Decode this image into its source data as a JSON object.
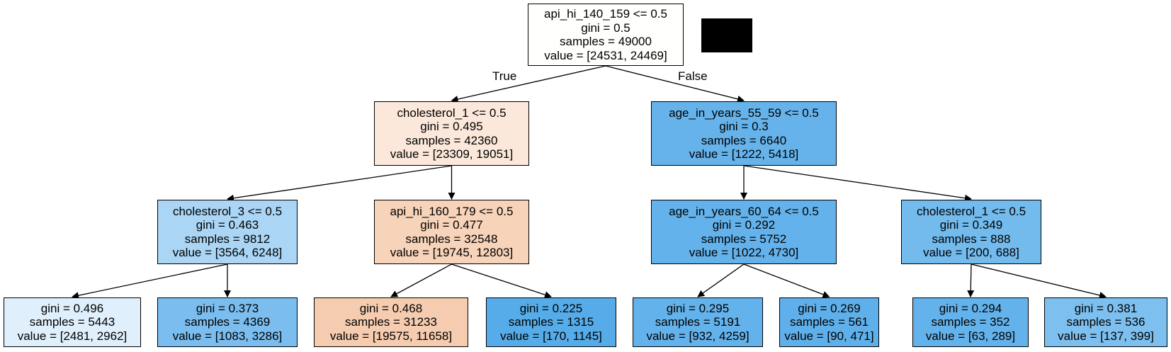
{
  "tree": {
    "nodes": [
      {
        "id": "n0",
        "lines": [
          "api_hi_140_159 <= 0.5",
          "gini = 0.5",
          "samples = 49000",
          "value = [24531, 24469]"
        ],
        "fill": "#fffffe"
      },
      {
        "id": "n1",
        "lines": [
          "cholesterol_1 <= 0.5",
          "gini = 0.495",
          "samples = 42360",
          "value = [23309, 19051]"
        ],
        "fill": "#fbe8da"
      },
      {
        "id": "n2",
        "lines": [
          "age_in_years_55_59 <= 0.5",
          "gini = 0.3",
          "samples = 6640",
          "value = [1222, 5418]"
        ],
        "fill": "#66b3eb"
      },
      {
        "id": "n3",
        "lines": [
          "cholesterol_3 <= 0.5",
          "gini = 0.463",
          "samples = 9812",
          "value = [3564, 6248]"
        ],
        "fill": "#aad5f4"
      },
      {
        "id": "n4",
        "lines": [
          "api_hi_160_179 <= 0.5",
          "gini = 0.477",
          "samples = 32548",
          "value = [19745, 12803]"
        ],
        "fill": "#f6d3b9"
      },
      {
        "id": "n5",
        "lines": [
          "age_in_years_60_64 <= 0.5",
          "gini = 0.292",
          "samples = 5752",
          "value = [1022, 4730]"
        ],
        "fill": "#64b2eb"
      },
      {
        "id": "n6",
        "lines": [
          "cholesterol_1 <= 0.5",
          "gini = 0.349",
          "samples = 888",
          "value = [200, 688]"
        ],
        "fill": "#73baed"
      },
      {
        "id": "n7",
        "lines": [
          "gini = 0.496",
          "samples = 5443",
          "value = [2481, 2962]"
        ],
        "fill": "#dfeffb"
      },
      {
        "id": "n8",
        "lines": [
          "gini = 0.373",
          "samples = 4369",
          "value = [1083, 3286]"
        ],
        "fill": "#7abdee"
      },
      {
        "id": "n9",
        "lines": [
          "gini = 0.468",
          "samples = 31233",
          "value = [19575, 11658]"
        ],
        "fill": "#f5ccaf"
      },
      {
        "id": "n10",
        "lines": [
          "gini = 0.225",
          "samples = 1315",
          "value = [170, 1145]"
        ],
        "fill": "#56ace9"
      },
      {
        "id": "n11",
        "lines": [
          "gini = 0.295",
          "samples = 5191",
          "value = [932, 4259]"
        ],
        "fill": "#64b2eb"
      },
      {
        "id": "n12",
        "lines": [
          "gini = 0.269",
          "samples = 561",
          "value = [90, 471]"
        ],
        "fill": "#5fb0ea"
      },
      {
        "id": "n13",
        "lines": [
          "gini = 0.294",
          "samples = 352",
          "value = [63, 289]"
        ],
        "fill": "#64b2eb"
      },
      {
        "id": "n14",
        "lines": [
          "gini = 0.381",
          "samples = 536",
          "value = [137, 399]"
        ],
        "fill": "#7dbfee"
      }
    ],
    "edges": [
      {
        "from": "n0",
        "to": "n1"
      },
      {
        "from": "n0",
        "to": "n2"
      },
      {
        "from": "n1",
        "to": "n3"
      },
      {
        "from": "n1",
        "to": "n4"
      },
      {
        "from": "n2",
        "to": "n5"
      },
      {
        "from": "n2",
        "to": "n6"
      },
      {
        "from": "n3",
        "to": "n7"
      },
      {
        "from": "n3",
        "to": "n8"
      },
      {
        "from": "n4",
        "to": "n9"
      },
      {
        "from": "n4",
        "to": "n10"
      },
      {
        "from": "n5",
        "to": "n11"
      },
      {
        "from": "n5",
        "to": "n12"
      },
      {
        "from": "n6",
        "to": "n13"
      },
      {
        "from": "n6",
        "to": "n14"
      }
    ],
    "edge_labels": {
      "true": "True",
      "false": "False"
    },
    "legend_color": "#000000"
  }
}
